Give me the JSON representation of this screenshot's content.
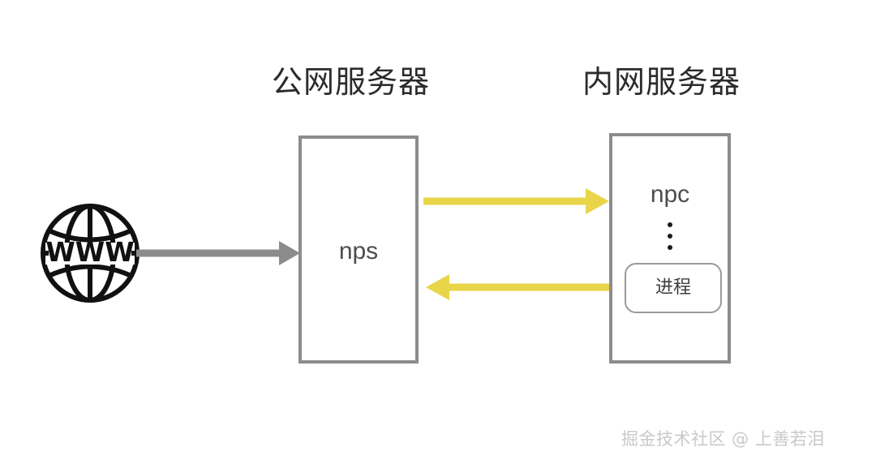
{
  "diagram": {
    "title_public_server": "公网服务器",
    "title_private_server": "内网服务器",
    "nodes": {
      "internet": {
        "icon": "globe-www-icon",
        "label": "WWW"
      },
      "public_server": {
        "box_label": "nps"
      },
      "private_server": {
        "box_label": "npc",
        "ellipsis": "⋮",
        "process_label": "进程"
      }
    },
    "arrows": [
      {
        "name": "internet-to-nps",
        "direction": "right",
        "color": "#8c8c8c",
        "from": "internet",
        "to": "nps"
      },
      {
        "name": "nps-to-npc",
        "direction": "right",
        "color": "#e9d54a",
        "from": "nps",
        "to": "npc"
      },
      {
        "name": "npc-to-nps",
        "direction": "left",
        "color": "#e9d54a",
        "from": "npc",
        "to": "nps"
      }
    ],
    "colors": {
      "box_border": "#8c8c8c",
      "arrow_gray": "#8c8c8c",
      "arrow_yellow": "#e9d54a",
      "title_text": "#2b2b2b",
      "background": "#ffffff"
    }
  },
  "watermark": {
    "text": "掘金技术社区 @ 上善若泪"
  }
}
